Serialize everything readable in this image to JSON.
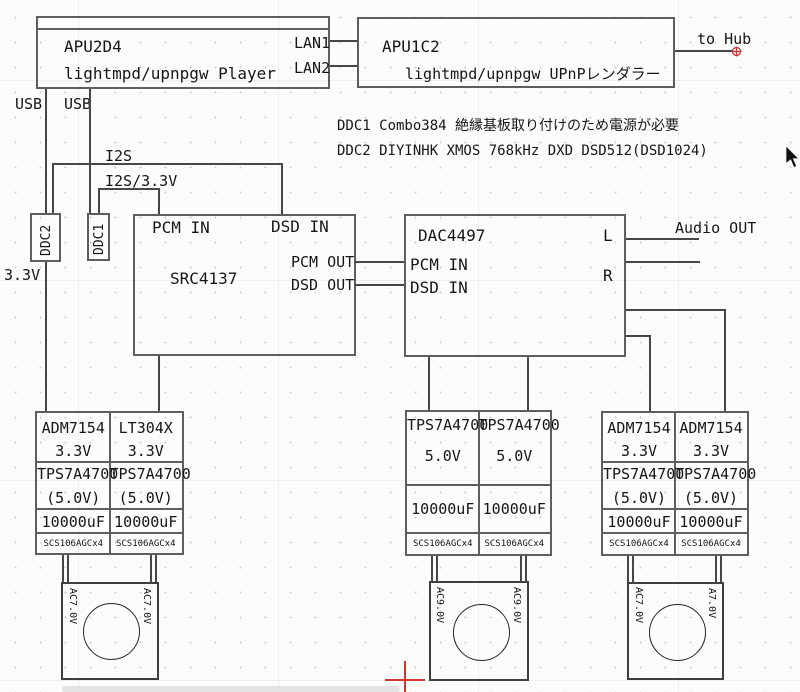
{
  "colors": {
    "wire": "#474747",
    "box_border": "#5e5e5e",
    "cursor_red": "#d03535",
    "text": "#161616"
  },
  "apu_player": {
    "title": "APU2D4",
    "subtitle": "lightmpd/upnpgw Player",
    "pin_lan1": "LAN1",
    "pin_lan2": "LAN2"
  },
  "apu_renderer": {
    "title": "APU1C2",
    "subtitle": "lightmpd/upnpgw UPnPレンダラー"
  },
  "labels": {
    "to_hub": "to Hub",
    "usb_left": "USB",
    "usb_right": "USB",
    "i2s": "I2S",
    "i2s_33": "I2S/3.3V",
    "v33": "3.3V",
    "audio_out": "Audio OUT"
  },
  "ddc": {
    "ddc1": "DDC1",
    "ddc2": "DDC2"
  },
  "notes": {
    "line1": "DDC1 Combo384 絶縁基板取り付けのため電源が必要",
    "line2": "DDC2 DIYINHK XMOS 768kHz DXD DSD512(DSD1024)"
  },
  "src": {
    "title": "SRC4137",
    "pcm_in": "PCM IN",
    "dsd_in": "DSD IN",
    "pcm_out": "PCM OUT",
    "dsd_out": "DSD OUT"
  },
  "dac": {
    "title": "DAC4497",
    "pcm_in": "PCM IN",
    "dsd_in": "DSD IN",
    "out_l": "L",
    "out_r": "R"
  },
  "psu_left": {
    "col1": [
      "ADM7154",
      "3.3V",
      "TPS7A4700",
      "(5.0V)",
      "10000uF",
      "SCS106AGCx4"
    ],
    "col2": [
      "LT304X",
      "3.3V",
      "TPS7A4700",
      "(5.0V)",
      "10000uF",
      "SCS106AGCx4"
    ]
  },
  "psu_mid": {
    "col1": [
      "TPS7A4700",
      "5.0V",
      "10000uF",
      "SCS106AGCx4"
    ],
    "col2": [
      "TPS7A4700",
      "5.0V",
      "10000uF",
      "SCS106AGCx4"
    ]
  },
  "psu_right": {
    "col1": [
      "ADM7154",
      "3.3V",
      "TPS7A4700",
      "(5.0V)",
      "10000uF",
      "SCS106AGCx4"
    ],
    "col2": [
      "ADM7154",
      "3.3V",
      "TPS7A4700",
      "(5.0V)",
      "10000uF",
      "SCS106AGCx4"
    ]
  },
  "transformer_left": {
    "side_l": "AC7.0V",
    "side_r": "AC7.0V"
  },
  "transformer_mid": {
    "side_l": "AC9.0V",
    "side_r": "AC9.0V"
  },
  "transformer_right": {
    "side_l": "AC7.0V",
    "side_r": "A7.0V"
  }
}
